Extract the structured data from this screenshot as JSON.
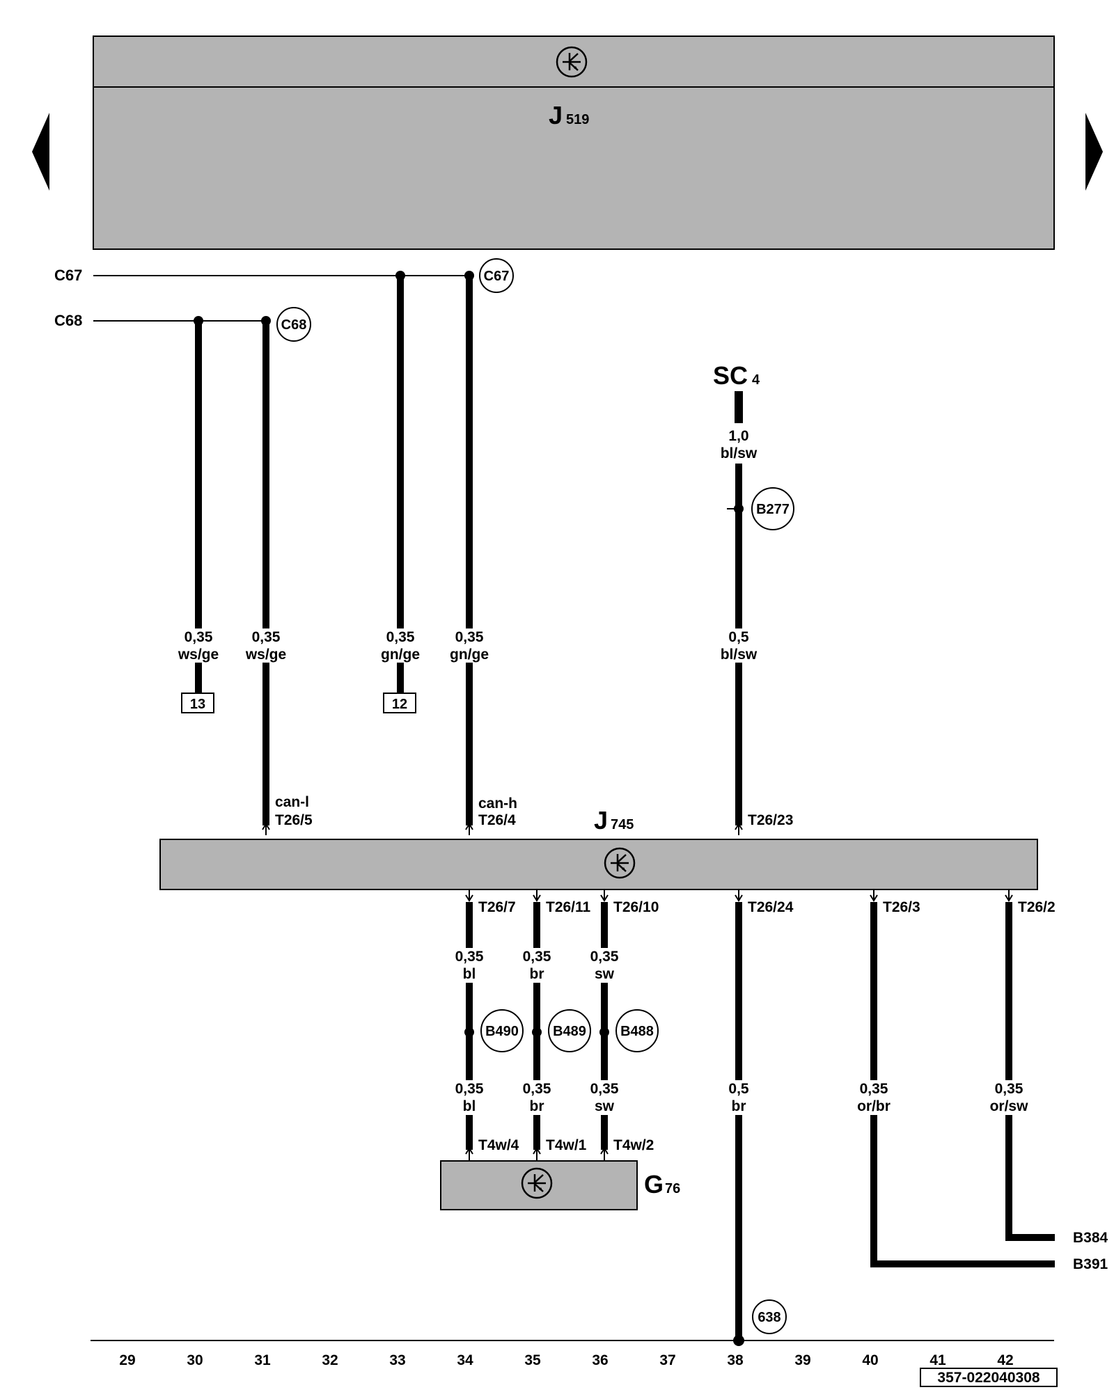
{
  "nav": {
    "prev_icon": "triangle-left-icon",
    "next_icon": "triangle-right-icon"
  },
  "components": {
    "j519": {
      "letter": "J",
      "number": "519"
    },
    "j745": {
      "letter": "J",
      "number": "745"
    },
    "g76": {
      "letter": "G",
      "number": "76"
    },
    "sc4": {
      "letter": "SC",
      "number": "4"
    }
  },
  "buses": {
    "c67": "C67",
    "c68": "C68"
  },
  "bus_tags": {
    "c67": "C67",
    "c68": "C68"
  },
  "connections": {
    "b277": "B277",
    "b490": "B490",
    "b489": "B489",
    "b488": "B488",
    "ground_638": "638",
    "b384": "B384",
    "b391": "B391"
  },
  "boxes": {
    "box13": "13",
    "box12": "12"
  },
  "wires": {
    "w30": {
      "gauge": "0,35",
      "color": "ws/ge"
    },
    "w31": {
      "gauge": "0,35",
      "color": "ws/ge",
      "signal": "can-l",
      "pin": "T26/5"
    },
    "w33": {
      "gauge": "0,35",
      "color": "gn/ge"
    },
    "w34": {
      "gauge": "0,35",
      "color": "gn/ge",
      "signal": "can-h",
      "pin": "T26/4"
    },
    "w38top_upper": {
      "gauge": "1,0",
      "color": "bl/sw"
    },
    "w38top_lower": {
      "gauge": "0,5",
      "color": "bl/sw",
      "pin": "T26/23"
    },
    "w34b_upper": {
      "gauge": "0,35",
      "color": "bl",
      "pin": "T26/7"
    },
    "w34b_lower": {
      "gauge": "0,35",
      "color": "bl",
      "pin": "T4w/4"
    },
    "w35_upper": {
      "gauge": "0,35",
      "color": "br",
      "pin": "T26/11"
    },
    "w35_lower": {
      "gauge": "0,35",
      "color": "br",
      "pin": "T4w/1"
    },
    "w36_upper": {
      "gauge": "0,35",
      "color": "sw",
      "pin": "T26/10"
    },
    "w36_lower": {
      "gauge": "0,35",
      "color": "sw",
      "pin": "T4w/2"
    },
    "w38b": {
      "gauge": "0,5",
      "color": "br",
      "pin": "T26/24"
    },
    "w40": {
      "gauge": "0,35",
      "color": "or/br",
      "pin": "T26/3"
    },
    "w42": {
      "gauge": "0,35",
      "color": "or/sw",
      "pin": "T26/2"
    }
  },
  "columns": [
    "29",
    "30",
    "31",
    "32",
    "33",
    "34",
    "35",
    "36",
    "37",
    "38",
    "39",
    "40",
    "41",
    "42"
  ],
  "diagram_code": "357-022040308",
  "colors": {
    "module_fill": "#b4b4b4",
    "wire": "#000000"
  },
  "icons": {
    "control_unit": "control-unit-symbol-icon"
  }
}
